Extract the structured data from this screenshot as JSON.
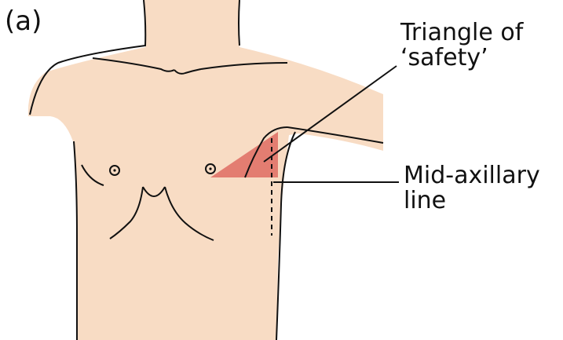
{
  "figure": {
    "panel_label": "(a)",
    "labels": {
      "triangle_of_safety": {
        "line1": "Triangle of",
        "line2": "‘safety’"
      },
      "mid_axillary_line": {
        "line1": "Mid-axillary",
        "line2": "line"
      }
    },
    "colors": {
      "background": "#ffffff",
      "skin": "#f8dcc4",
      "outline": "#111111",
      "triangle": "#e07268"
    }
  }
}
